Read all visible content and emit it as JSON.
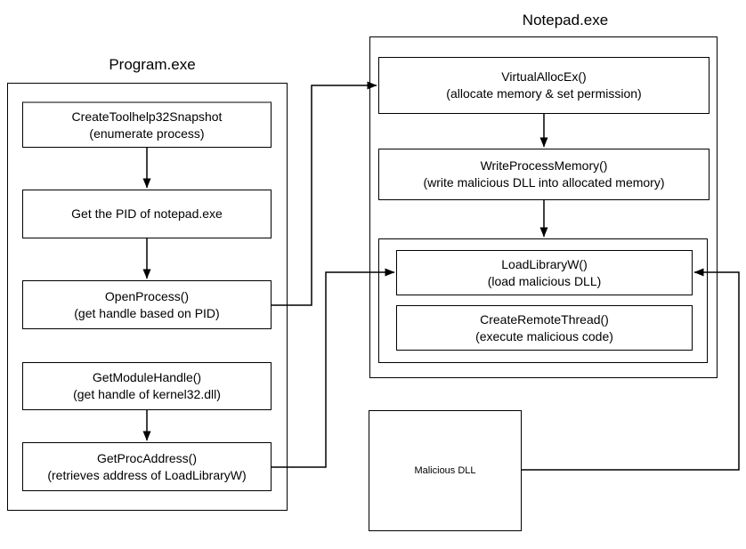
{
  "diagram": {
    "program": {
      "title": "Program.exe",
      "boxes": [
        {
          "line1": "CreateToolhelp32Snapshot",
          "line2": "(enumerate process)"
        },
        {
          "line1": "Get the PID of notepad.exe"
        },
        {
          "line1": "OpenProcess()",
          "line2": "(get handle based on PID)"
        },
        {
          "line1": "GetModuleHandle()",
          "line2": "(get handle of kernel32.dll)"
        },
        {
          "line1": "GetProcAddress()",
          "line2": "(retrieves address of LoadLibraryW)"
        }
      ]
    },
    "notepad": {
      "title": "Notepad.exe",
      "boxes": [
        {
          "line1": "VirtualAllocEx()",
          "line2": "(allocate memory & set permission)"
        },
        {
          "line1": "WriteProcessMemory()",
          "line2": "(write malicious DLL into allocated memory)"
        },
        {
          "line1": "LoadLibraryW()",
          "line2": "(load malicious DLL)"
        },
        {
          "line1": "CreateRemoteThread()",
          "line2": "(execute malicious code)"
        }
      ]
    },
    "malicious_dll": {
      "label": "Malicious DLL"
    },
    "colors": {
      "line": "#000000",
      "border": "#000000",
      "background": "#ffffff",
      "snapshot_box_top_border": "#808080"
    }
  }
}
